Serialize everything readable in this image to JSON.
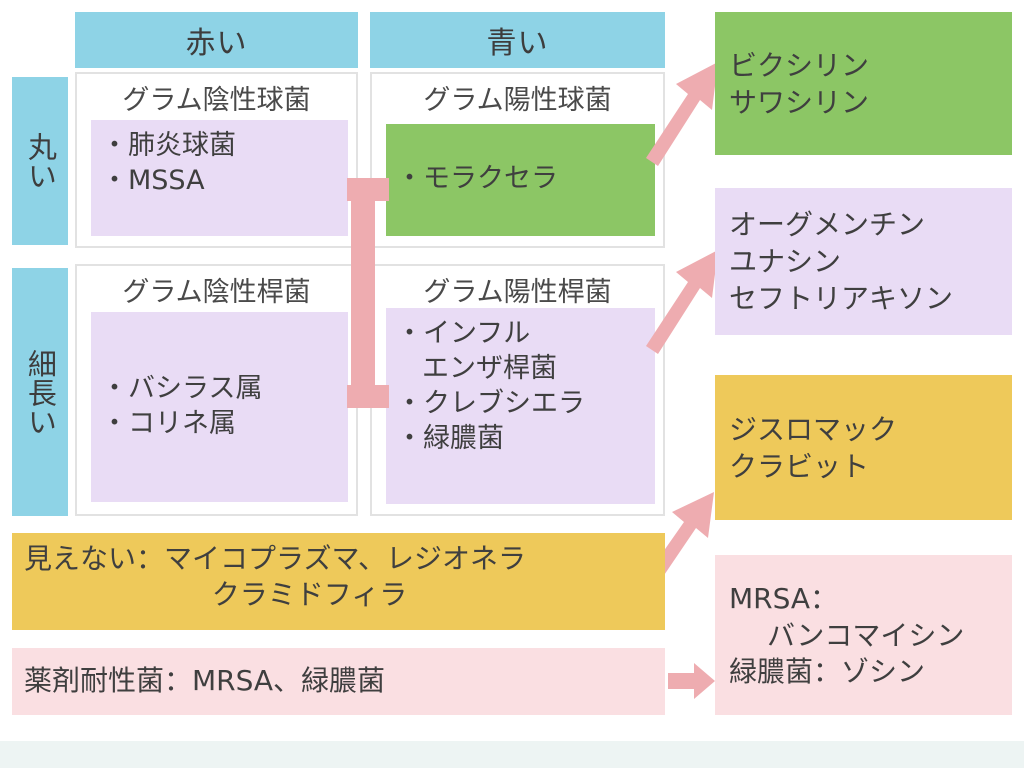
{
  "headers": {
    "red": "赤い",
    "blue": "青い"
  },
  "row_labels": {
    "round": "丸い",
    "rod": "細長い"
  },
  "cells": [
    {
      "id": "gram-negative-cocci",
      "title": "グラム陰性球菌",
      "items": [
        "・肺炎球菌",
        "・MSSA"
      ]
    },
    {
      "id": "gram-positive-cocci",
      "title": "グラム陽性球菌",
      "items": [
        "・モラクセラ"
      ]
    },
    {
      "id": "gram-negative-rods",
      "title": "グラム陰性桿菌",
      "items": [
        "・バシラス属",
        "・コリネ属"
      ]
    },
    {
      "id": "gram-positive-rods",
      "title": "グラム陽性桿菌",
      "items": [
        "・インフル",
        "エンザ桿菌",
        "・クレブシエラ",
        "・緑膿菌"
      ]
    }
  ],
  "drug_boxes": [
    {
      "id": "penicillin",
      "lines": [
        "ビクシリン",
        "サワシリン"
      ],
      "color": "#8cc665"
    },
    {
      "id": "augmentin",
      "lines": [
        "オーグメンチン",
        "ユナシン",
        "セフトリアキソン"
      ],
      "color": "#e9dcf5"
    },
    {
      "id": "macrolide",
      "lines": [
        "ジスロマック",
        "クラビット"
      ],
      "color": "#eec95a"
    },
    {
      "id": "resistant-drugs",
      "lines": [
        "MRSA：",
        "バンコマイシン",
        "緑膿菌：ゾシン"
      ],
      "color": "#fadfe2"
    }
  ],
  "bottom_bars": {
    "invisible": {
      "line1": "見えない：マイコプラズマ、レジオネラ",
      "line2": "クラミドフィラ",
      "color": "#eec95a"
    },
    "resistant": {
      "text": "薬剤耐性菌：MRSA、緑膿菌",
      "color": "#fadfe2"
    }
  },
  "connectors": {
    "bracket_color": "#eeacb0",
    "arrow_color": "#eeacb0"
  }
}
